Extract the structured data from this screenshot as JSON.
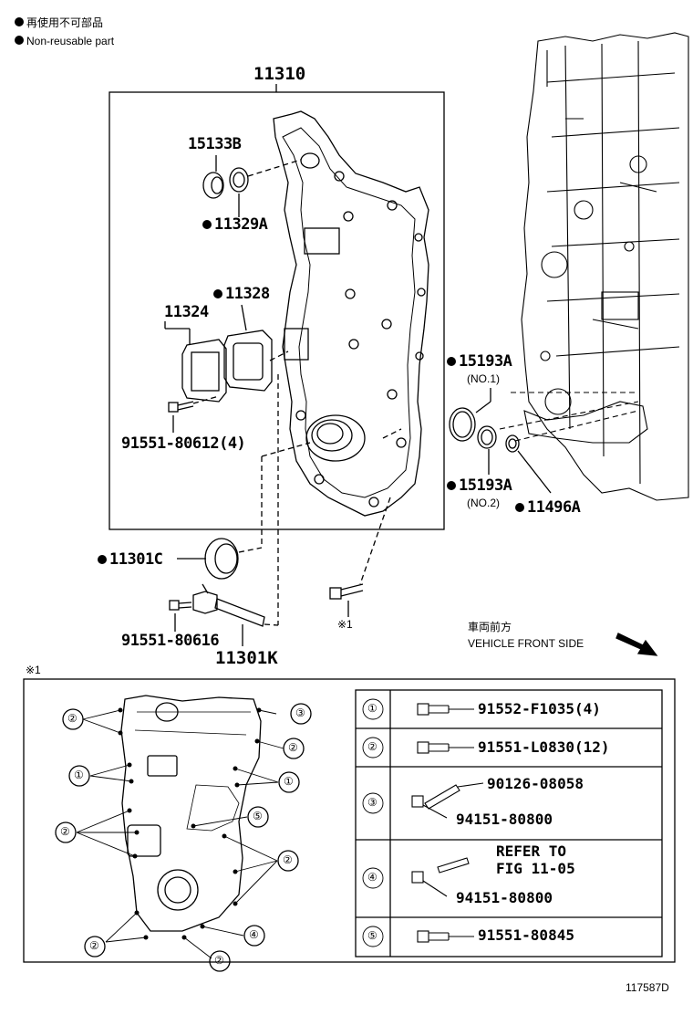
{
  "legend": {
    "jp": "再使用不可部品",
    "en": "Non-reusable part"
  },
  "parts": {
    "cover": "11310",
    "plug": "15133B",
    "seal_11329a": "11329A",
    "gasket_11328": "11328",
    "cover_11324": "11324",
    "bolt_91551_80612": "91551-80612(4)",
    "oring_15193a_no1": "15193A",
    "no1_label": "(NO.1)",
    "oring_15193a_no2": "15193A",
    "no2_label": "(NO.2)",
    "oring_11496a": "11496A",
    "oil_seal_11301c": "11301C",
    "bolt_91551_80616": "91551-80616",
    "sensor_11301k": "11301K",
    "ref_mark": "※1"
  },
  "direction": {
    "jp": "車両前方",
    "en": "VEHICLE FRONT SIDE"
  },
  "detail": {
    "title": "※1",
    "callouts": [
      "①",
      "②",
      "③",
      "④",
      "⑤"
    ],
    "table": [
      {
        "num": "①",
        "parts": [
          "91552-F1035(4)"
        ]
      },
      {
        "num": "②",
        "parts": [
          "91551-L0830(12)"
        ]
      },
      {
        "num": "③",
        "parts": [
          "90126-08058",
          "94151-80800"
        ]
      },
      {
        "num": "④",
        "parts": [
          "REFER TO",
          "FIG 11-05",
          "94151-80800"
        ]
      },
      {
        "num": "⑤",
        "parts": [
          "91551-80845"
        ]
      }
    ]
  },
  "figure_id": "117587D"
}
